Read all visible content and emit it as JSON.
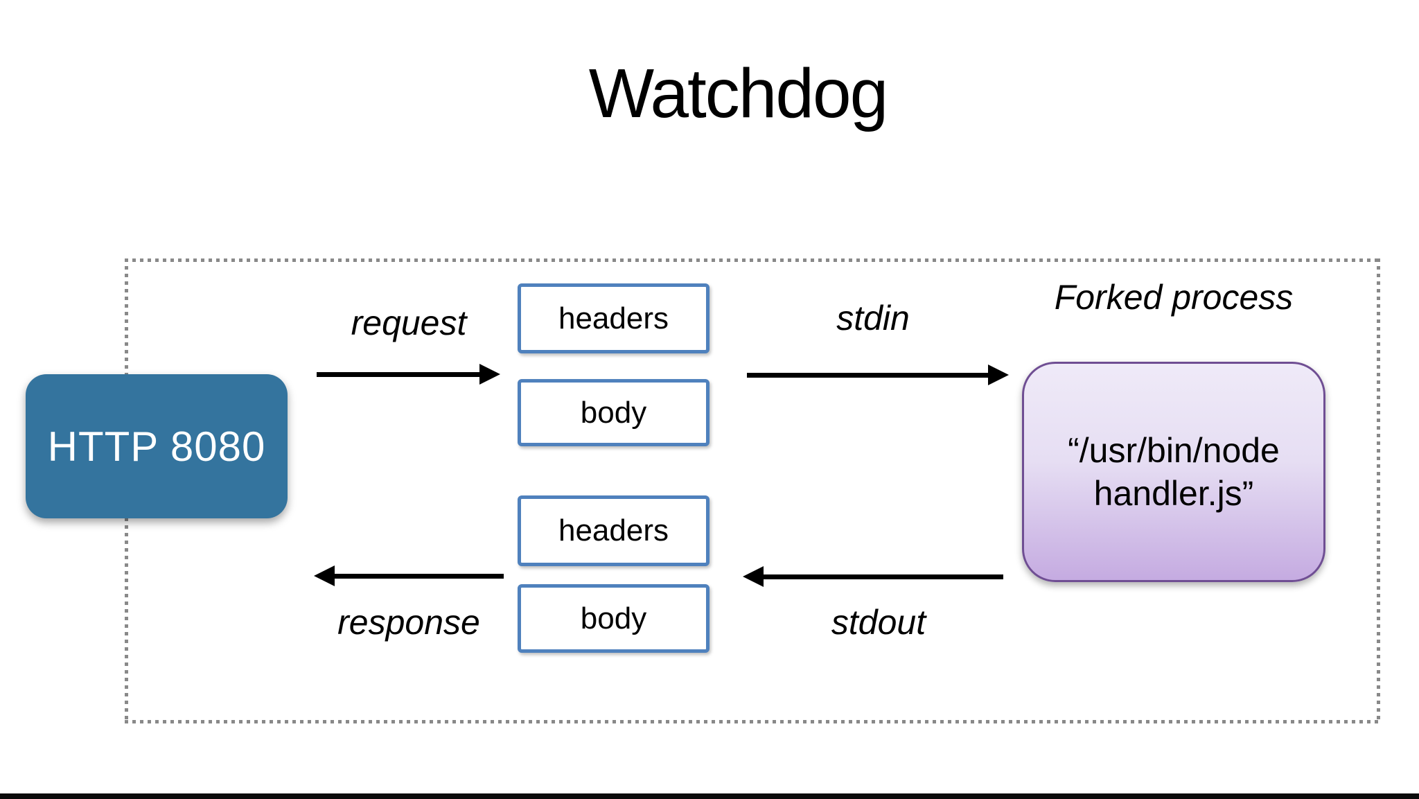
{
  "title": "Watchdog",
  "colors": {
    "http_box_fill": "#34749E",
    "http_box_text": "#FFFFFF",
    "message_box_border": "#4F81BD",
    "process_box_border": "#6F4E93",
    "process_box_gradient_top": "#EFEAF8",
    "process_box_gradient_bottom": "#C5ABE1",
    "boundary_dots": "#898989",
    "arrow": "#000000",
    "footer_bar": "#0B0B0B"
  },
  "http_box": {
    "label": "HTTP 8080"
  },
  "arrows": {
    "request": "request",
    "stdin": "stdin",
    "response": "response",
    "stdout": "stdout"
  },
  "request_pipe": {
    "headers": "headers",
    "body": "body"
  },
  "response_pipe": {
    "headers": "headers",
    "body": "body"
  },
  "forked_process": {
    "caption": "Forked process",
    "command_line1": "“/usr/bin/node",
    "command_line2": "handler.js”"
  }
}
